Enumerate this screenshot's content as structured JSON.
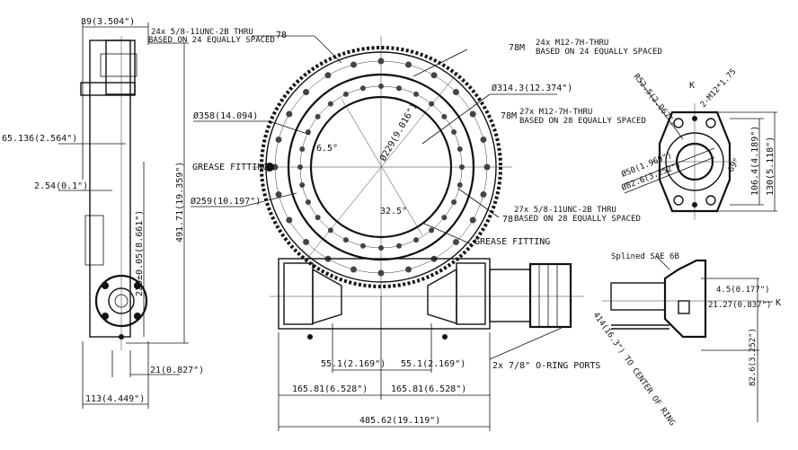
{
  "left_view": {
    "width_top": "89(3.504\")",
    "dim_65": "65.136(2.564\")",
    "dim_254": "2.54(0.1\")",
    "dim_220": "220±0.05(8.661\")",
    "dim_491": "491.71(19.359\")",
    "dim_21": "21(0.827\")",
    "dim_113": "113(4.449\")"
  },
  "gear_view": {
    "note_78_line1": "24x 5/8-11UNC-2B THRU",
    "note_78_line2": "BASED ON 24 EQUALLY SPACED",
    "label_78": "78",
    "note_78m_top_line1": "24x M12-7H-THRU",
    "note_78m_top_line2": "BASED ON 24 EQUALLY SPACED",
    "label_78m_top": "78M",
    "dia_314": "Ø314.3(12.374\")",
    "note_78m_mid_line1": "27x M12-7H-THRU",
    "note_78m_mid_line2": "BASED ON 28 EQUALLY SPACED",
    "label_78m_mid": "78M",
    "dia_358": "Ø358(14.094)",
    "dia_229": "Ø229(9.016\")",
    "angle_65": "6.5°",
    "grease_fitting_left": "GREASE FITTING",
    "dia_259": "Ø259(10.197\")",
    "angle_325": "32.5°",
    "note_78_bot_line1": "27x 5/8-11UNC-2B THRU",
    "note_78_bot_line2": "BASED ON 28 EQUALLY SPACED",
    "label_78_bot": "78",
    "grease_fitting_right": "GREASE FITTING"
  },
  "bottom_view": {
    "dim_551_left": "55.1(2.169\")",
    "dim_551_right": "55.1(2.169\")",
    "dim_16581_left": "165.81(6.528\")",
    "dim_16581_right": "165.81(6.528\")",
    "dim_total": "485.62(19.119\")",
    "oring_ports": "2x 7/8\" O-RING PORTS",
    "center_note": "414(16.3\") TO CENTER OF RING"
  },
  "flange_view": {
    "label_k": "K",
    "radius": "R52.5(2.067\")",
    "thread": "2-M12*1.75",
    "dia_50": "Ø50(1.969\")",
    "dia_826": "Ø82.6(3.252\")",
    "angle_69": "69°",
    "dim_1064": "106.4(4.189\")",
    "dim_130": "130(5.118\")"
  },
  "section_view": {
    "splined": "Splined SAE 6B",
    "dim_45": "4.5(0.177\")",
    "dim_2127": "21.27(0.837\")",
    "label_k": "K",
    "dim_826": "82.6(3.252\")"
  }
}
